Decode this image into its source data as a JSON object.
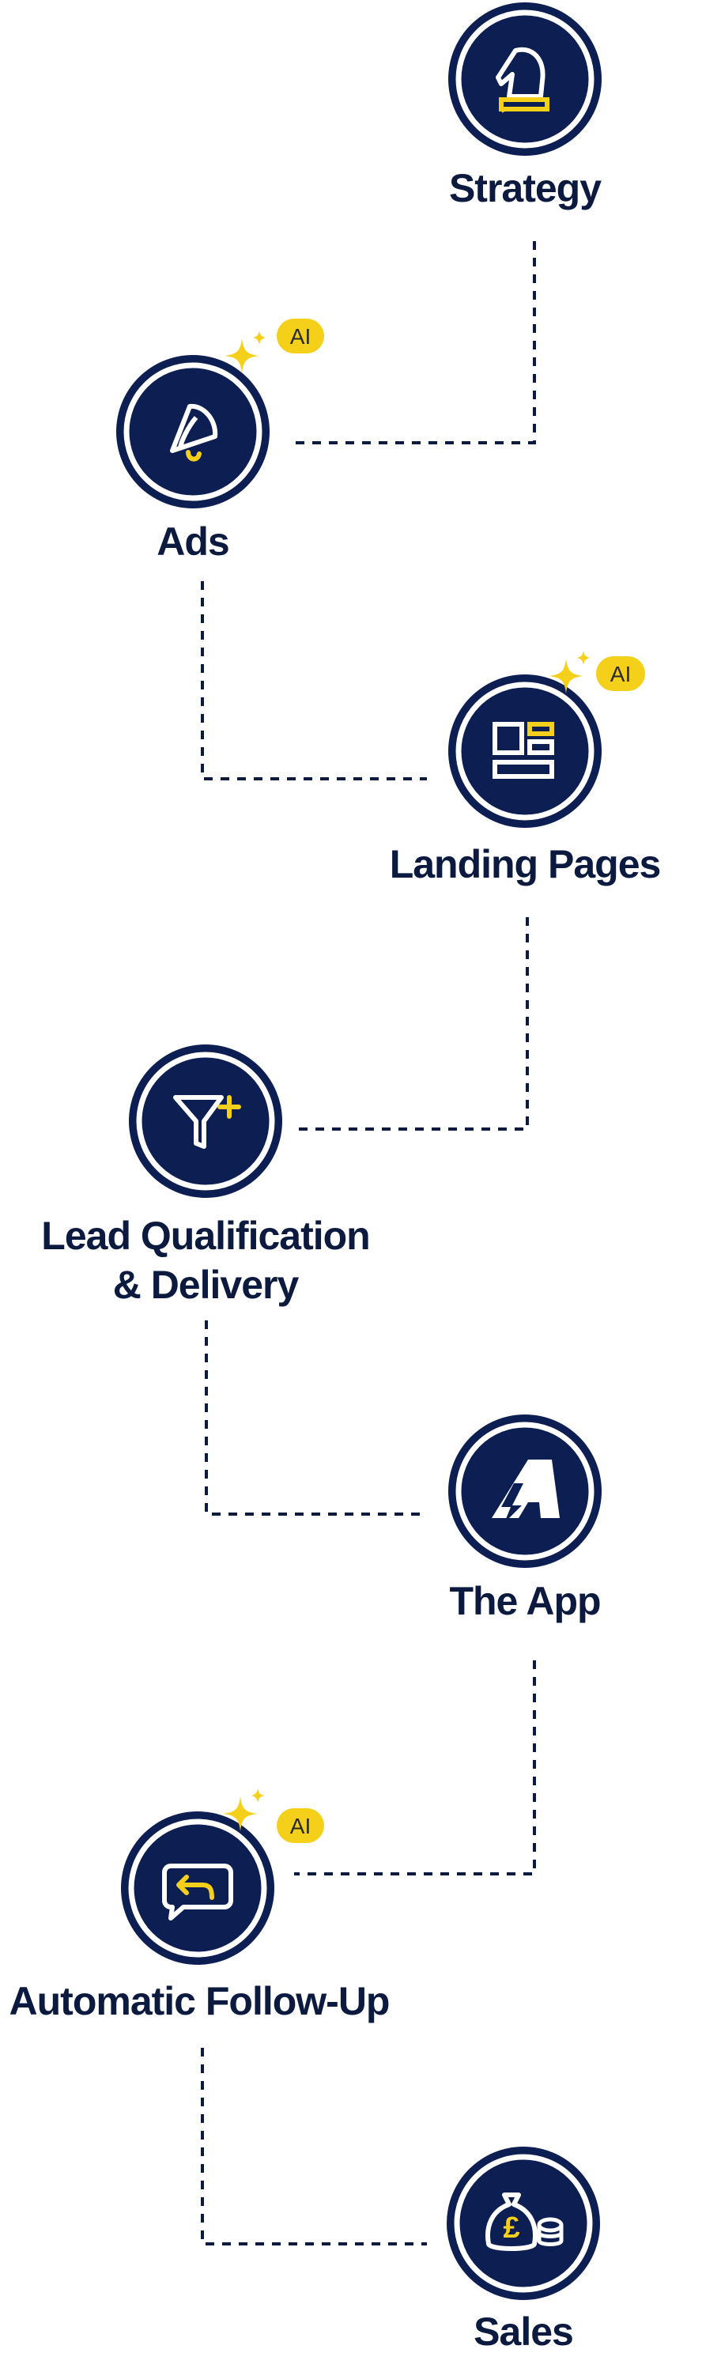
{
  "colors": {
    "navy": "#0c1e52",
    "text": "#0c1a3f",
    "yellow": "#f5d01a",
    "white": "#ffffff",
    "connector": "#0c1a3f"
  },
  "steps": [
    {
      "label": "Strategy",
      "icon": "chess-knight-icon",
      "ai": false
    },
    {
      "label": "Ads",
      "icon": "megaphone-icon",
      "ai": true
    },
    {
      "label": "Landing Pages",
      "icon": "layout-icon",
      "ai": true
    },
    {
      "label": "Lead Qualification",
      "label2": "& Delivery",
      "icon": "funnel-plus-icon",
      "ai": false
    },
    {
      "label": "The App",
      "icon": "app-logo-icon",
      "ai": false
    },
    {
      "label": "Automatic Follow-Up",
      "icon": "chat-reply-icon",
      "ai": true
    },
    {
      "label": "Sales",
      "icon": "money-bag-coins-icon",
      "ai": false
    }
  ],
  "ai_badge": "AI"
}
